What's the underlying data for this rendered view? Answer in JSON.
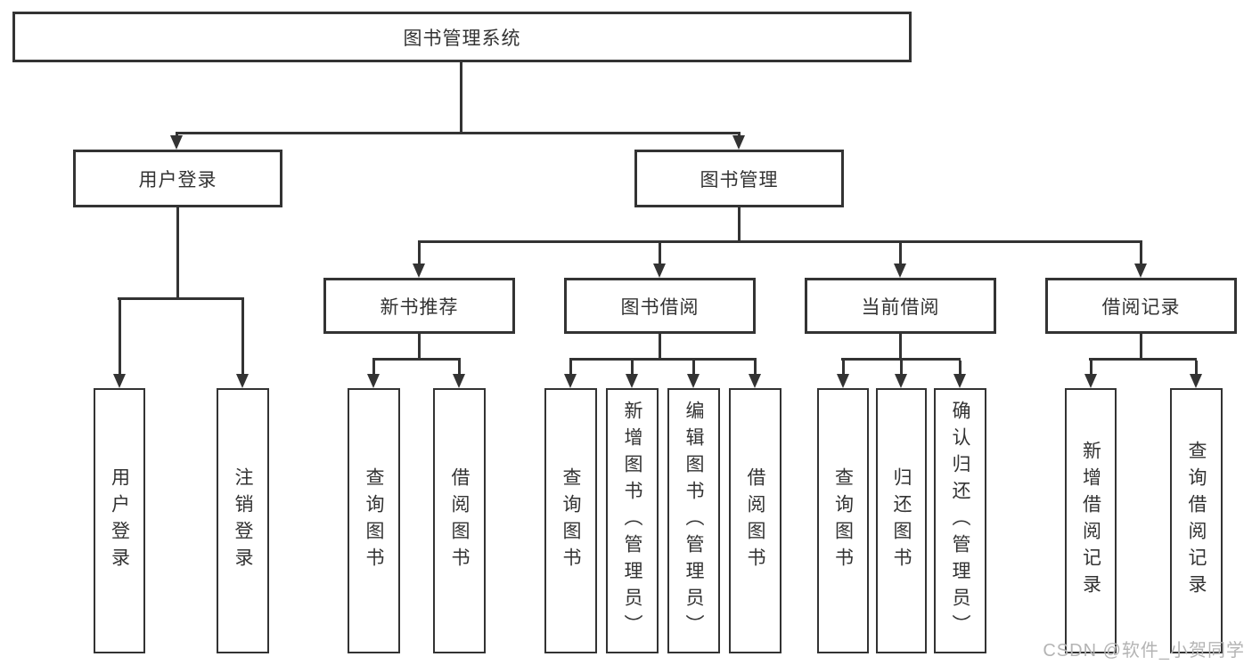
{
  "diagram": {
    "root_label": "图书管理系统",
    "branches": [
      {
        "label": "用户登录",
        "leaves": [
          "用户登录",
          "注销登录"
        ]
      },
      {
        "label": "图书管理",
        "groups": [
          {
            "label": "新书推荐",
            "leaves": [
              "查询图书",
              "借阅图书"
            ]
          },
          {
            "label": "图书借阅",
            "leaves": [
              "查询图书",
              "新增图书（管理员）",
              "编辑图书（管理员）",
              "借阅图书"
            ]
          },
          {
            "label": "当前借阅",
            "leaves": [
              "查询图书",
              "归还图书",
              "确认归还（管理员）"
            ]
          },
          {
            "label": "借阅记录",
            "leaves": [
              "新增借阅记录",
              "查询借阅记录"
            ]
          }
        ]
      }
    ]
  },
  "watermark": "CSDN @软件_小贺同学",
  "colors": {
    "line": "#333333",
    "text": "#333333",
    "watermark_text": "#b4b4b4",
    "background": "#ffffff"
  }
}
